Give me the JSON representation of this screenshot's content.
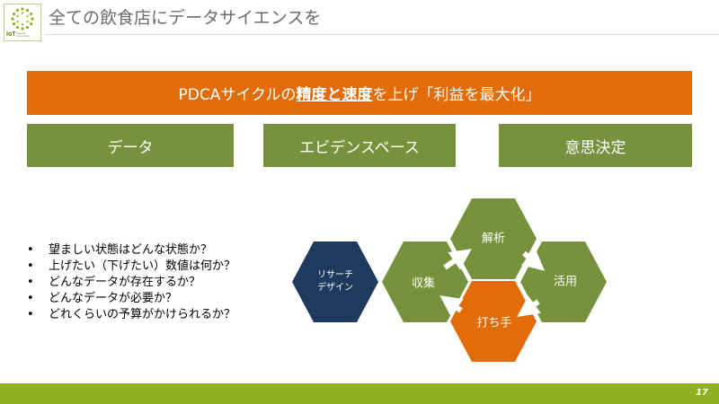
{
  "logo": {
    "mark": "IoT",
    "sub": "Friendly Community"
  },
  "header": {
    "title": "全ての飲食店にデータサイエンスを"
  },
  "banner": {
    "prefix": "PDCAサイクルの",
    "emph1": "精度と速度",
    "middle": "を上げ「利益を最大化」",
    "color": "#e36c0a"
  },
  "pillars": [
    "データ",
    "エビデンスベース",
    "意思決定"
  ],
  "pillar_color": "#76923c",
  "bullets": [
    "望ましい状態はどんな状態か？",
    "上げたい（下げたい）数値は何か？",
    "どんなデータが存在するか？",
    "どんなデータが必要か？",
    "どれくらいの予算がかけられるか？"
  ],
  "cycle": {
    "research": [
      "リサーチ",
      "デザイン"
    ],
    "collect": "収集",
    "analyze": "解析",
    "apply": "活用",
    "action": "打ち手",
    "colors": {
      "research": "#1f3a5f",
      "green": "#76923c",
      "orange": "#e36c0a"
    }
  },
  "footer": {
    "page": "17"
  }
}
